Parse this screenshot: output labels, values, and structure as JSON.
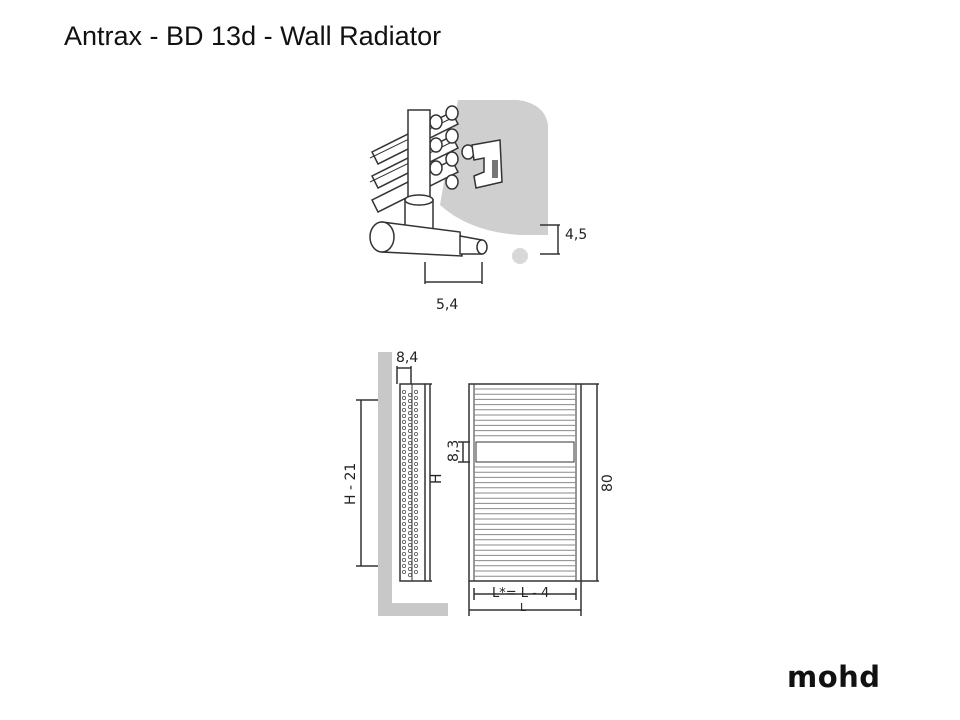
{
  "title": "Antrax - BD 13d - Wall Radiator",
  "brand": "mohd",
  "colors": {
    "line": "#333333",
    "wall": "#c8c8c8",
    "wall_light": "#dcdcdc",
    "text": "#111111"
  },
  "dimensions": {
    "bracket_height": "4,5",
    "valve_offset": "5,4",
    "wall_distance": "8,4",
    "pipe_spacing": "H - 21",
    "side_height": "H",
    "gap_height": "8,3",
    "total_width": "80",
    "inner_width": "L*= L - 4",
    "overall_width": "L"
  }
}
